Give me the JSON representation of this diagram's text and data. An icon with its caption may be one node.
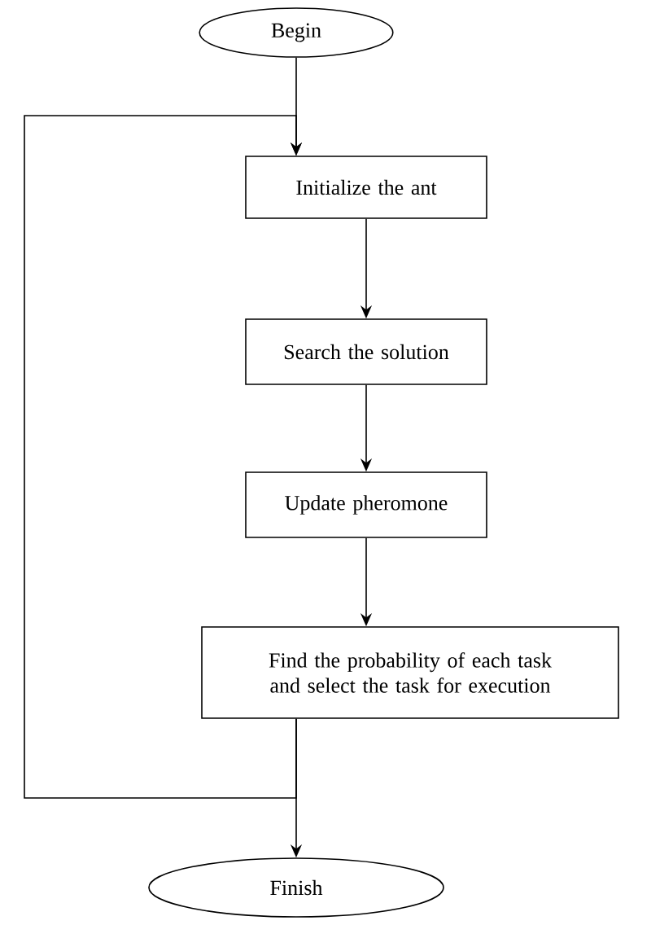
{
  "diagram": {
    "nodes": [
      {
        "text": [
          "Begin"
        ]
      },
      {
        "text": [
          "Initialize the ant"
        ]
      },
      {
        "text": [
          "Search the solution"
        ]
      },
      {
        "text": [
          "Update pheromone"
        ]
      },
      {
        "text": [
          "Find the probability of each task and select the task for execution"
        ]
      },
      {
        "text": [
          "Finish"
        ]
      }
    ],
    "edges": [
      {
        "from": 0,
        "to": 1,
        "arrow": "to"
      },
      {
        "from": 1,
        "to": 2,
        "arrow": "to"
      },
      {
        "from": 2,
        "to": 3,
        "arrow": "to"
      },
      {
        "from": 3,
        "to": 4,
        "arrow": "to"
      },
      {
        "from": 4,
        "to": 5,
        "arrow": "to"
      },
      {
        "from": 4,
        "to": 1,
        "arrow": "to"
      }
    ]
  }
}
